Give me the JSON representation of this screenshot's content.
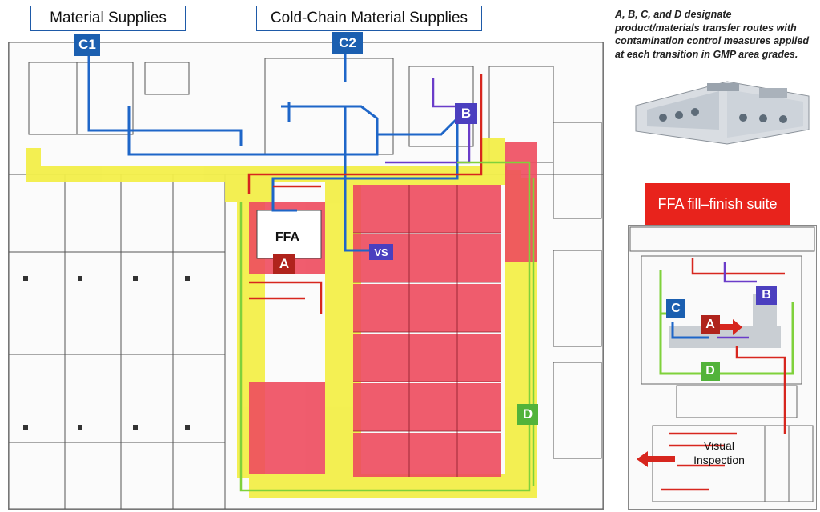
{
  "headers": {
    "material_supplies": "Material Supplies",
    "cold_chain": "Cold-Chain Material Supplies"
  },
  "route_tags": {
    "c1": "C1",
    "c2": "C2",
    "b_main": "B",
    "ffa": "FFA",
    "a_main": "A",
    "vs": "VS",
    "d_main": "D"
  },
  "caption": "A, B, C, and D designate product/materials transfer routes with contamination control measures applied at each transition in GMP area grades.",
  "suite": {
    "title": "FFA fill–finish suite",
    "tag_b": "B",
    "tag_c": "C",
    "tag_a": "A",
    "tag_d": "D",
    "visual_inspection_line1": "Visual",
    "visual_inspection_line2": "Inspection"
  },
  "colors": {
    "route_blue": "#1e66c8",
    "route_purple": "#6a3cc9",
    "route_red": "#d7261e",
    "route_green": "#7fd13b",
    "grade_red_zone": "#ee4b5e",
    "grade_yellow_zone": "#f3ef4a",
    "tag_blue": "#1b5fb0",
    "tag_purple": "#4b3fbf",
    "tag_darkred": "#b0231c",
    "tag_green": "#52b33a"
  },
  "icons": [
    "photo-isolator-icon",
    "arrow-icon"
  ]
}
